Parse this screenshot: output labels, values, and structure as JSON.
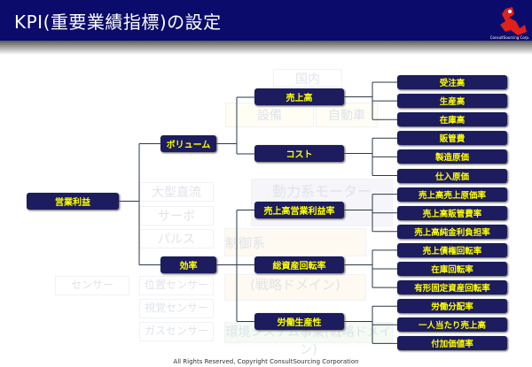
{
  "header": {
    "title": "KPI(重要業績指標)の設定",
    "logo_text": "ConsultSourcing Corp."
  },
  "watermark": [
    "国内",
    "設備",
    "自動車",
    "大型直流",
    "サーボ",
    "パルス",
    "センサー",
    "位置センサー",
    "視覚センサー",
    "ガスセンサー",
    "動力系モーター",
    "制御系",
    "(戦略ドメイン)",
    "環境システム事業(戦略ドメイン)"
  ],
  "tree": {
    "root": "営業利益",
    "level1": [
      "ボリューム",
      "効率"
    ],
    "level2": [
      "売上高",
      "コスト",
      "売上高営業利益率",
      "総資産回転率",
      "労働生産性"
    ],
    "leaves": [
      "受注高",
      "生産高",
      "在庫高",
      "販管費",
      "製造原価",
      "仕入原価",
      "売上高売上原価率",
      "売上高販管費率",
      "売上高純金利負担率",
      "売上債権回転率",
      "在庫回転率",
      "有形固定資産回転率",
      "労働分配率",
      "一人当たり売上高",
      "付加価値率"
    ]
  },
  "colors": {
    "header": "#0b0b6b",
    "box": "#1c1c5e",
    "box_text": "#ffff00"
  },
  "footer": "All Rights Reserved, Copyright  ConsultSourcing Corporation"
}
